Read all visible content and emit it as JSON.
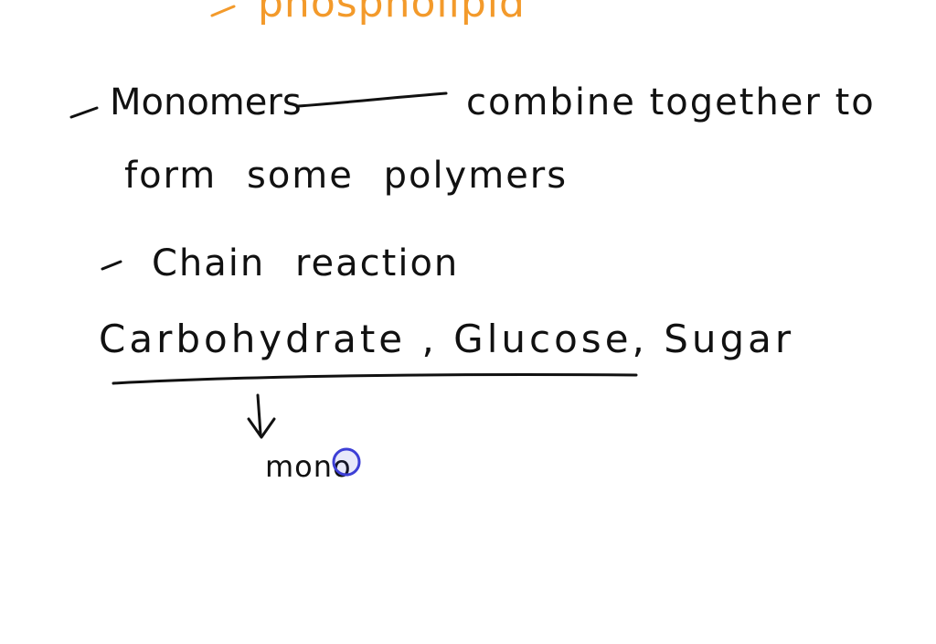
{
  "notes": {
    "top_heading": "phospholipid",
    "line_1_left": "Monomers",
    "line_1_right": "combine together to",
    "line_2": "form some polymers",
    "line_3": "Chain reaction",
    "line_4": "Carbohydrate , Glucose, Sugar",
    "line_5": "mono"
  },
  "colors": {
    "ink": "#111111",
    "accent": "#f39a2b",
    "marker": "#3d3fd6"
  }
}
